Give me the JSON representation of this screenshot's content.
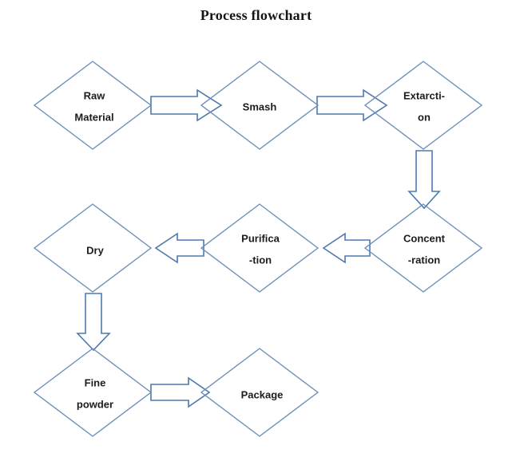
{
  "title": "Process flowchart",
  "colors": {
    "diamond_stroke": "#6d90ba",
    "arrow_stroke": "#4d79ae",
    "label_text": "#1c1c1c",
    "background": "#ffffff"
  },
  "flowchart": {
    "nodes": {
      "raw_material": {
        "line1": "Raw",
        "line2": "Material",
        "shape": "diamond"
      },
      "smash": {
        "label": "Smash",
        "shape": "diamond"
      },
      "extraction": {
        "line1": "Extarcti-",
        "line2": "on",
        "shape": "diamond"
      },
      "concentration": {
        "line1": "Concent",
        "line2": "-ration",
        "shape": "diamond"
      },
      "purification": {
        "line1": "Purifica",
        "line2": "-tion",
        "shape": "diamond"
      },
      "dry": {
        "label": "Dry",
        "shape": "diamond"
      },
      "fine_powder": {
        "line1": "Fine",
        "line2": "powder",
        "shape": "diamond"
      },
      "package": {
        "label": "Package",
        "shape": "diamond"
      }
    },
    "connections": [
      {
        "from": "raw_material",
        "to": "smash",
        "direction": "right"
      },
      {
        "from": "smash",
        "to": "extraction",
        "direction": "right"
      },
      {
        "from": "extraction",
        "to": "concentration",
        "direction": "down"
      },
      {
        "from": "concentration",
        "to": "purification",
        "direction": "left"
      },
      {
        "from": "purification",
        "to": "dry",
        "direction": "left"
      },
      {
        "from": "dry",
        "to": "fine_powder",
        "direction": "down"
      },
      {
        "from": "fine_powder",
        "to": "package",
        "direction": "right"
      }
    ]
  }
}
